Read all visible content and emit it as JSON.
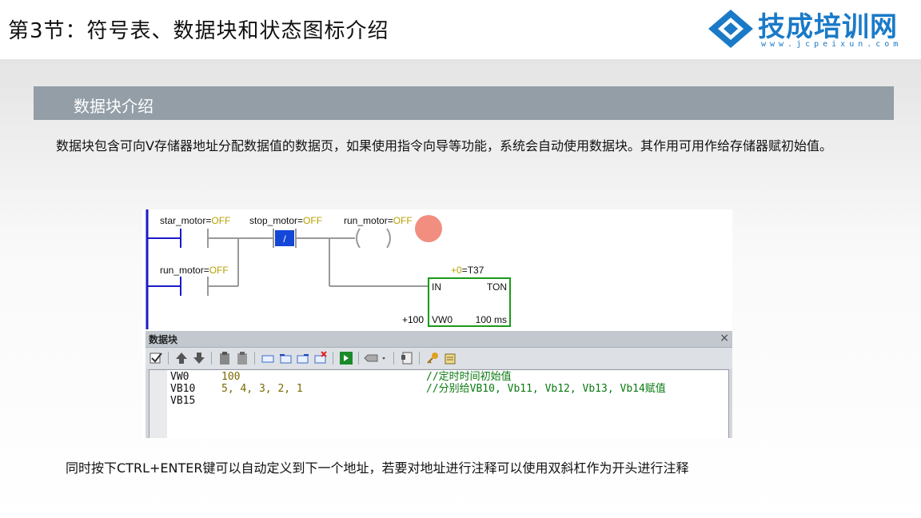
{
  "header": {
    "title": "第3节：符号表、数据块和状态图标介绍",
    "logo_text": "技成培训网",
    "logo_url": "www.jcpeixun.com",
    "brand_color": "#1a7ac8"
  },
  "section": {
    "title": "数据块介绍",
    "bar_color": "#939ea7"
  },
  "intro_text": "数据块包含可向V存储器地址分配数据值的数据页，如果使用指令向导等功能，系统会自动使用数据块。其作用可用作给存储器赋初始值。",
  "ladder": {
    "contact1_label": "star_motor=",
    "contact1_state": "OFF",
    "contact2_label": "stop_motor=",
    "contact2_state": "OFF",
    "contact2_symbol": "/",
    "coil_label": "run_motor=",
    "coil_state": "OFF",
    "contact3_label": "run_motor=",
    "contact3_state": "OFF",
    "timer_value": "+0",
    "timer_name": "=T37",
    "timer_in": "IN",
    "timer_type": "TON",
    "timer_pt_value": "+100",
    "timer_pt": "VW0",
    "timer_base": "100 ms",
    "state_off_color": "#b9a000",
    "highlight_color": "#1446d8"
  },
  "data_block": {
    "title": "数据块",
    "close": "×",
    "rows": [
      {
        "address": "VW0",
        "value": "100",
        "comment": "//定时时间初始值"
      },
      {
        "address": "VB10",
        "value": "5, 4, 3, 2, 1",
        "comment": "//分别给VB10, Vb11, Vb12, Vb13, Vb14赋值"
      },
      {
        "address": "VB15",
        "value": "",
        "comment": ""
      }
    ]
  },
  "footnote": "同时按下CTRL+ENTER键可以自动定义到下一个地址，若要对地址进行注释可以使用双斜杠作为开头进行注释"
}
